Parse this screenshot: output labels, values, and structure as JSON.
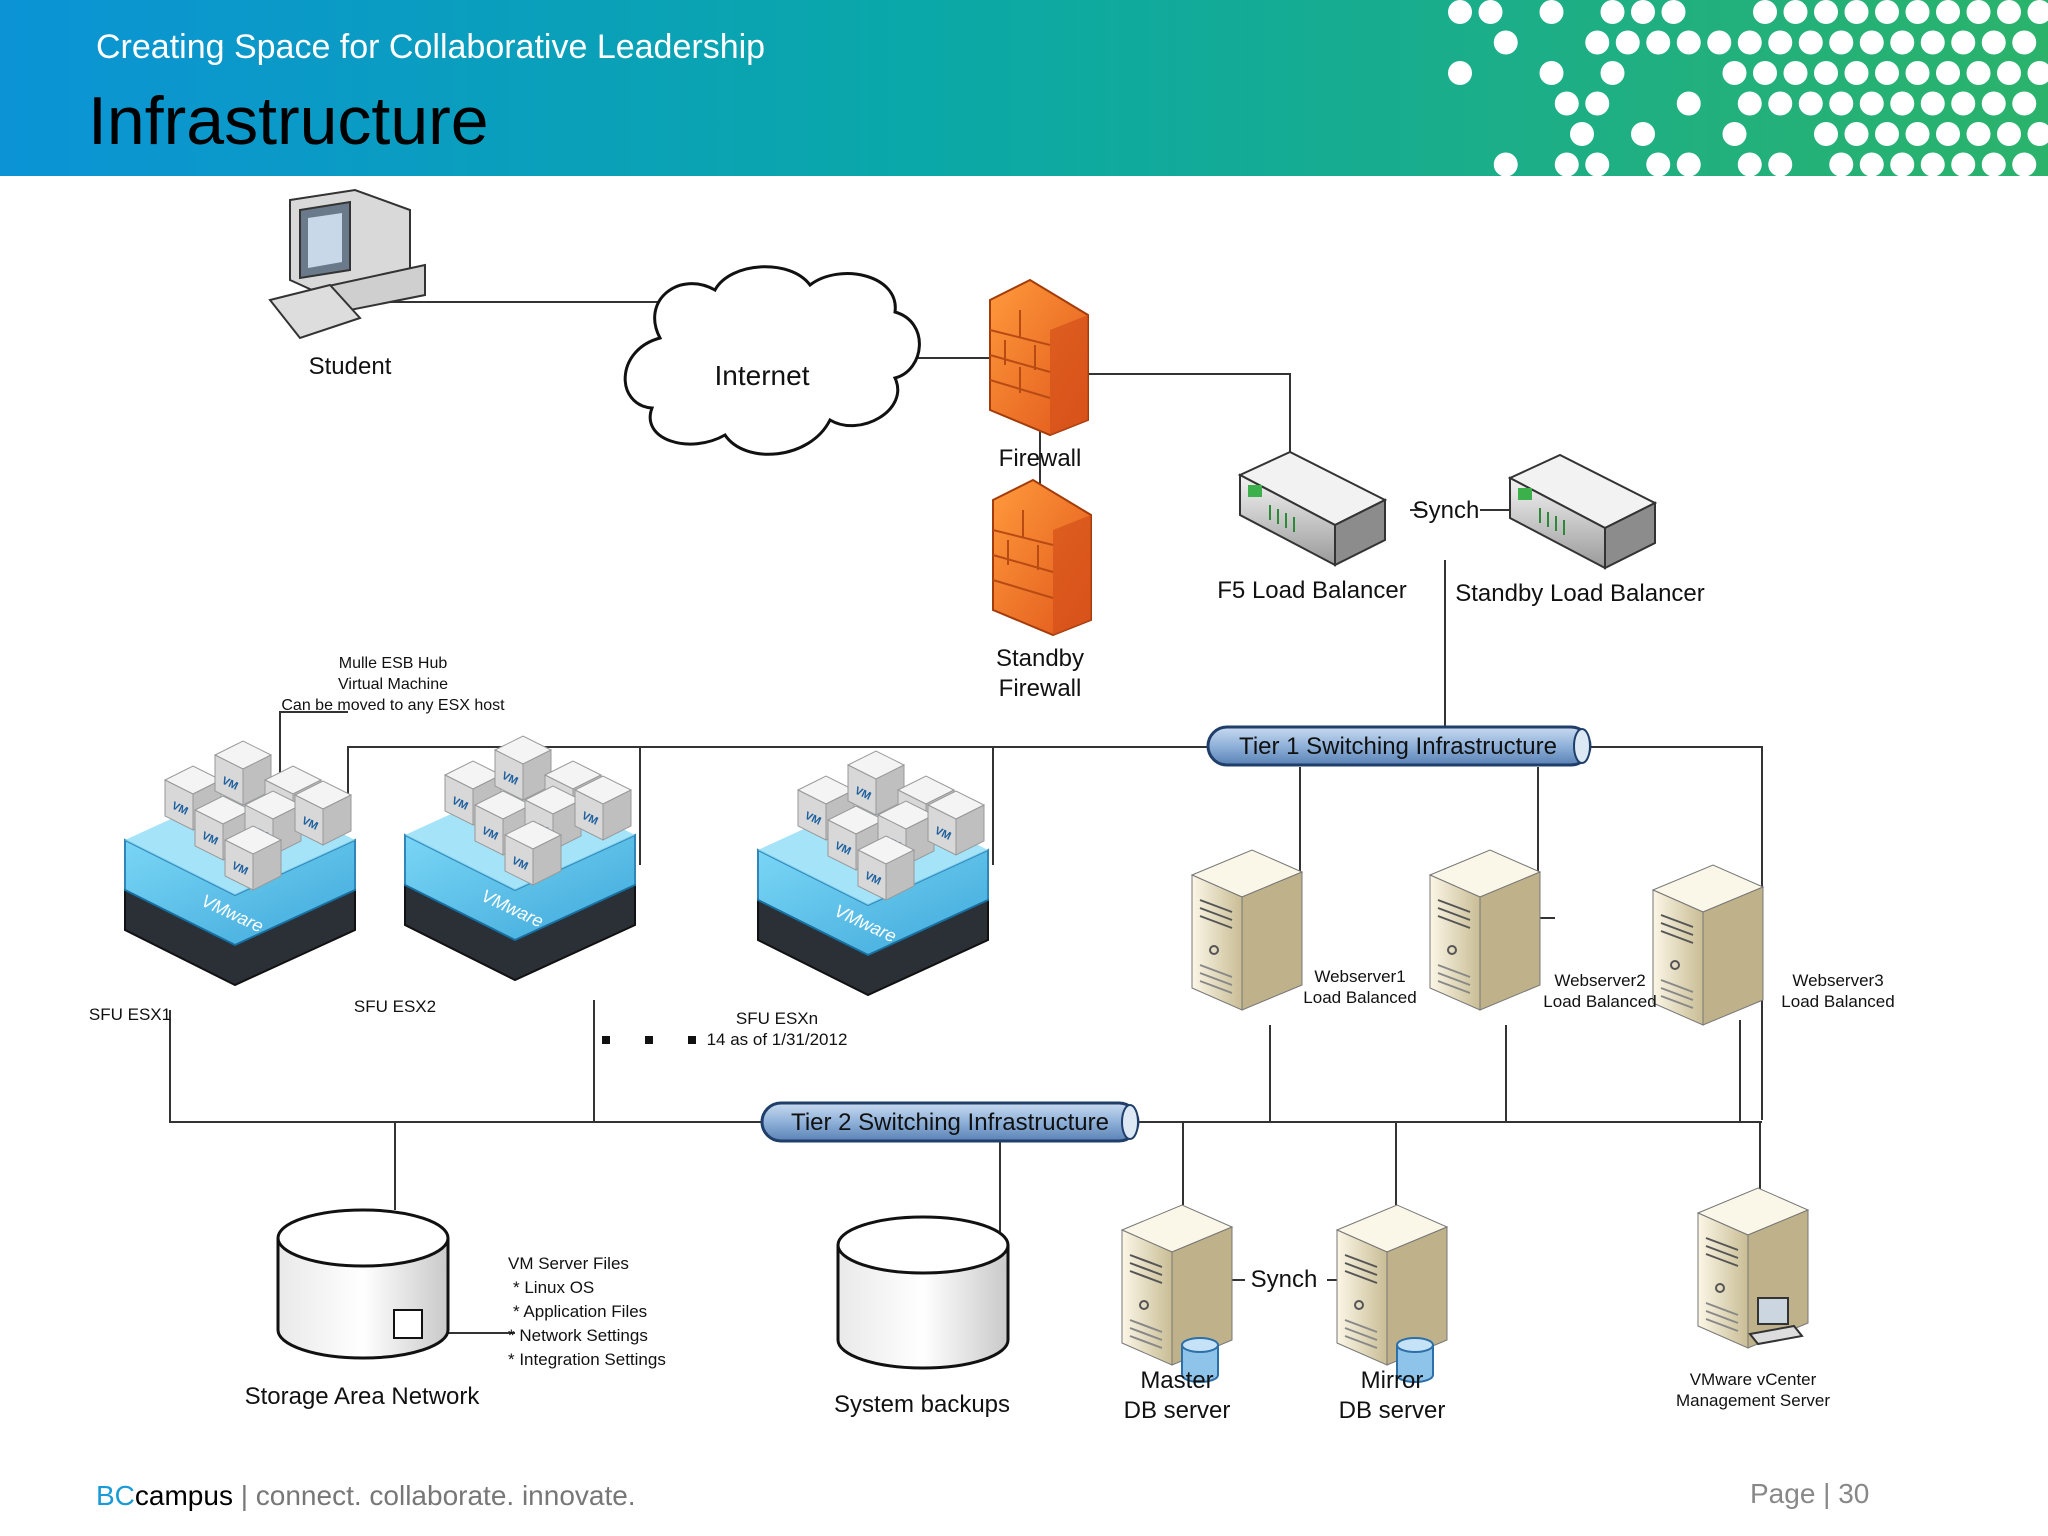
{
  "header": {
    "subtitle": "Creating Space for Collaborative Leadership",
    "title": "Infrastructure",
    "colors": {
      "gradient_start": "#0b93d6",
      "gradient_mid": "#0aa8a8",
      "gradient_end": "#2bb36b",
      "dots": "#ffffff"
    }
  },
  "diagram": {
    "nodes": {
      "student": {
        "label": "Student",
        "icon": "computer-icon"
      },
      "internet": {
        "label": "Internet",
        "icon": "cloud-icon"
      },
      "firewall": {
        "label": "Firewall",
        "icon": "firewall-icon"
      },
      "standby_firewall": {
        "line1": "Standby",
        "line2": "Firewall",
        "icon": "firewall-icon"
      },
      "f5_load_balancer": {
        "label": "F5 Load Balancer",
        "icon": "load-balancer-icon"
      },
      "standby_load_balancer": {
        "label": "Standby Load Balancer",
        "icon": "load-balancer-icon"
      },
      "lb_synch": {
        "label": "Synch"
      },
      "mule_note": {
        "line1": "Mulle ESB Hub",
        "line2": "Virtual Machine",
        "line3": "Can be moved to any ESX host"
      },
      "tier1": {
        "label": "Tier 1 Switching Infrastructure"
      },
      "tier2": {
        "label": "Tier 2 Switching Infrastructure"
      },
      "esx_hosts": [
        {
          "label": "SFU ESX1",
          "vm_label": "VM",
          "brand": "VMware"
        },
        {
          "label": "SFU ESX2",
          "vm_label": "VM",
          "brand": "VMware"
        },
        {
          "label": "SFU ESXn",
          "note": "14 as of 1/31/2012",
          "vm_label": "VM",
          "brand": "VMware"
        }
      ],
      "webservers": [
        {
          "line1": "Webserver1",
          "line2": "Load Balanced"
        },
        {
          "line1": "Webserver2",
          "line2": "Load Balanced"
        },
        {
          "line1": "Webserver3",
          "line2": "Load Balanced"
        }
      ],
      "san": {
        "label": "Storage Area Network",
        "files_title": "VM Server Files",
        "files": [
          "* Linux OS",
          "* Application Files",
          "* Network Settings",
          "* Integration Settings"
        ]
      },
      "backups": {
        "label": "System backups"
      },
      "master_db": {
        "line1": "Master",
        "line2": "DB server"
      },
      "mirror_db": {
        "line1": "Mirror",
        "line2": "DB server"
      },
      "db_synch": {
        "label": "Synch"
      },
      "vcenter": {
        "line1": "VMware vCenter",
        "line2": "Management Server"
      }
    }
  },
  "footer": {
    "brand_bc": "BC",
    "brand_campus": "campus",
    "tagline": " | connect. collaborate. innovate.",
    "page_label": "Page |",
    "page_number": "30"
  }
}
